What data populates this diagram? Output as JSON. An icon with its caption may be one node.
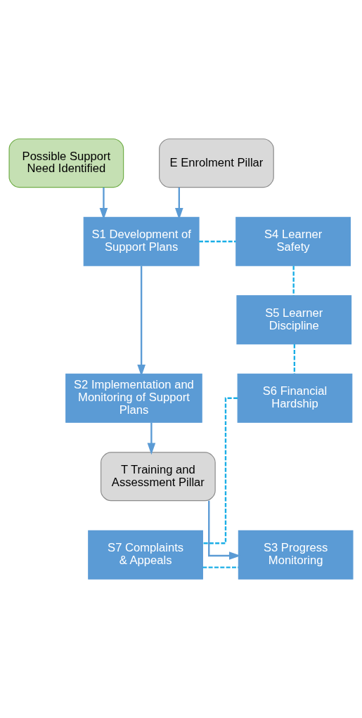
{
  "diagram": {
    "nodes": [
      {
        "text": [
          "Possible Support Need Identified"
        ]
      },
      {
        "text": [
          "E Enrolment Pillar"
        ]
      },
      {
        "text": [
          "S1 Development of Support Plans"
        ]
      },
      {
        "text": [
          "S4 Learner Safety"
        ]
      },
      {
        "text": [
          "S5 Learner Discipline"
        ]
      },
      {
        "text": [
          "S6 Financial Hardship"
        ]
      },
      {
        "text": [
          "S7 Complaints & Appeals"
        ]
      },
      {
        "text": [
          "S2 Implementation and Monitoring of Support Plans"
        ]
      },
      {
        "text": [
          "T Training and Assessment Pillar"
        ]
      },
      {
        "text": [
          "S3 Progress Monitoring"
        ]
      }
    ],
    "edges": [
      {
        "from": 0,
        "to": 2,
        "arrow": "to"
      },
      {
        "from": 1,
        "to": 2,
        "arrow": "to"
      },
      {
        "from": 2,
        "to": 7,
        "arrow": "to"
      },
      {
        "from": 7,
        "to": 8,
        "arrow": "to"
      },
      {
        "from": 8,
        "to": 9,
        "arrow": "to"
      },
      {
        "from": 2,
        "to": 3,
        "arrow": "none",
        "style": "dashed",
        "color": "#1aaee6"
      },
      {
        "from": 3,
        "to": 4,
        "arrow": "none",
        "style": "dashed",
        "color": "#1aaee6"
      },
      {
        "from": 4,
        "to": 5,
        "arrow": "none",
        "style": "dashed",
        "color": "#1aaee6"
      },
      {
        "from": 5,
        "to": 6,
        "arrow": "none",
        "style": "dashed",
        "color": "#1aaee6"
      },
      {
        "from": 6,
        "to": 9,
        "arrow": "none",
        "style": "dashed",
        "color": "#1aaee6"
      }
    ]
  }
}
